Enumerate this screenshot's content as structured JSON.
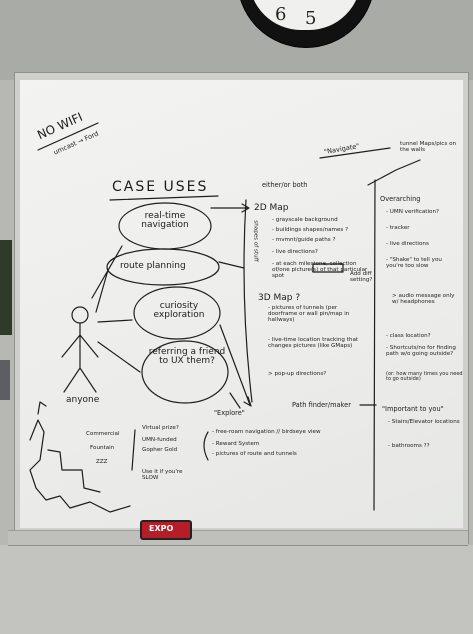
{
  "clock": {
    "numbers": [
      "6",
      "5"
    ]
  },
  "eraser": {
    "label": "EXPO"
  },
  "board": {
    "corner_note": {
      "line1": "NO WIFI",
      "line2": "umcast → Ford"
    },
    "heading": "CASE USES",
    "use_cases": [
      "real-time navigation",
      "route planning",
      "curiosity exploration",
      "referring a friend to UX them?"
    ],
    "person_label": "anyone",
    "explore_label": "\"Explore\"",
    "shapes_note": "shapes of stuff",
    "center_title": "either/or both",
    "map2d": {
      "title": "2D Map",
      "items": [
        "- grayscale background",
        "- buildings shapes/names ?",
        "- mvmnt/guide paths ?",
        "- live directions?",
        "- at each milestone, collection of/one picture(s) of that particular spot"
      ]
    },
    "map3d": {
      "title": "3D Map ?",
      "items": [
        "- pictures of tunnels (per doorframe or wall pin/map in hallways)",
        "- live-time location tracking that changes pictures (like GMaps)",
        "  > pop-up directions?"
      ]
    },
    "pathfinder": "Path finder/maker",
    "navigate_label": "\"Navigate\"",
    "tunnel_note": "tunnel Maps/pics on the walls",
    "overarching": {
      "title": "Overarching",
      "items": [
        "- UMN verification?",
        "- tracker",
        "- live directions",
        "- \"Shake\" to tell you you're too slow",
        "  > audio message only w/ headphones",
        "- class location?",
        "- Shortcuts/no for finding path w/o going outside?",
        "  (or: how many times you need to go outside)"
      ]
    },
    "add_note": "Add diff setting?",
    "important": {
      "title": "\"Important to you\"",
      "items": [
        "- Stairs/Elevator locations",
        "- bathrooms ??"
      ]
    },
    "explore_items": [
      "- free-roam navigation // birdseye view",
      "- Reward System",
      "- pictures of route and tunnels"
    ],
    "virtual_prize": [
      "Virtual prize?",
      "UMN-funded",
      "Gopher Gold",
      "Use it if you're SLOW"
    ],
    "commercial": [
      "Commercial",
      "Fountain",
      "ZZZ"
    ]
  }
}
